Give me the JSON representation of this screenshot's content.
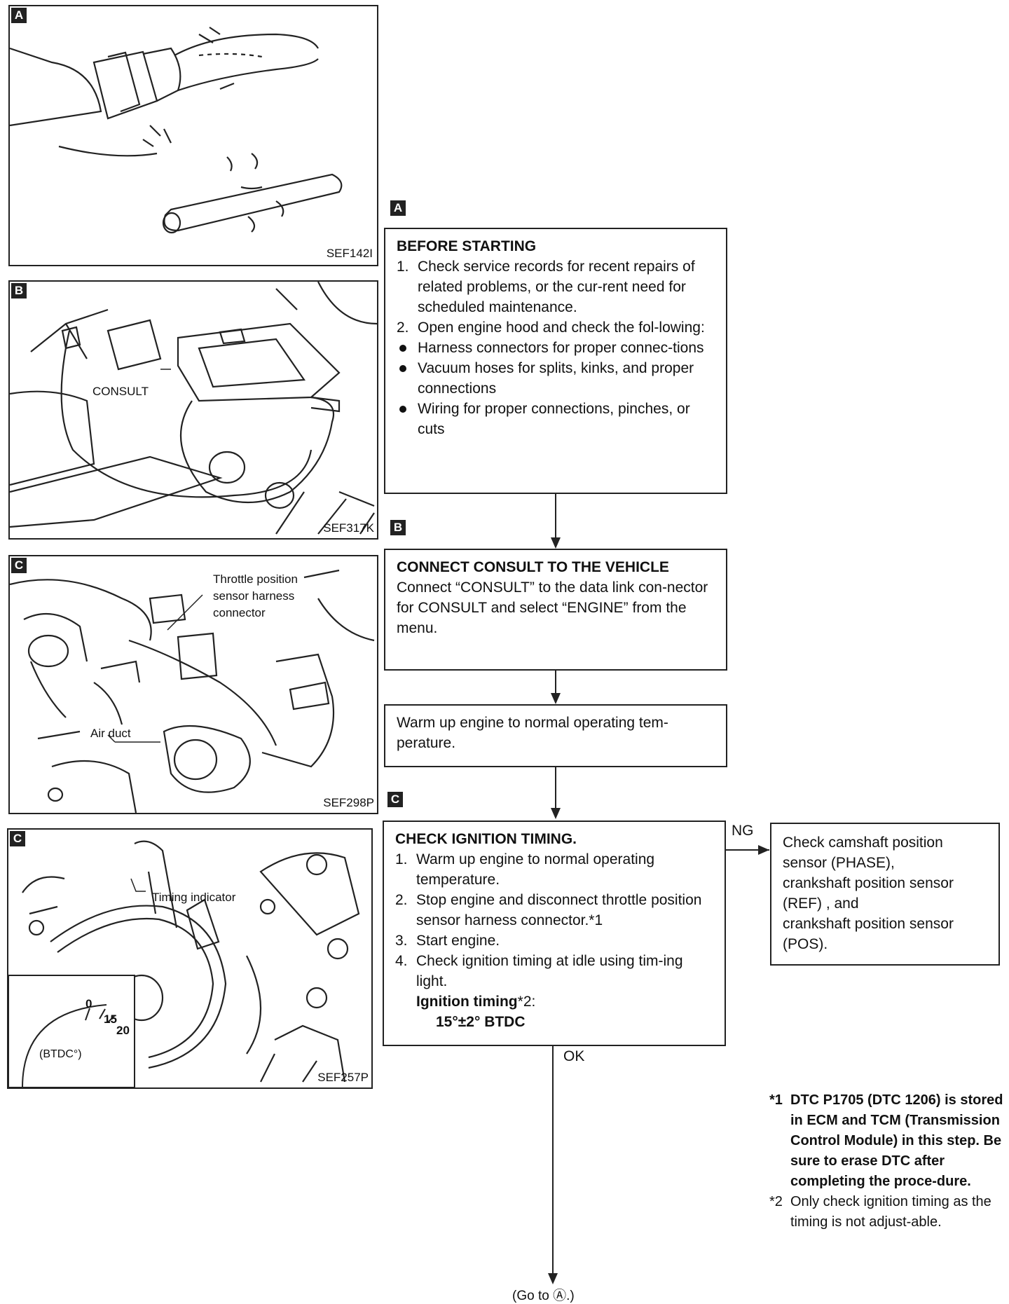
{
  "panels": [
    {
      "tag": "A",
      "code": "SEF142I"
    },
    {
      "tag": "B",
      "code": "SEF317K",
      "labels": [
        "CONSULT"
      ]
    },
    {
      "tag": "C",
      "code": "SEF298P",
      "labels": [
        "Throttle position",
        "sensor harness",
        "connector",
        "Air duct"
      ]
    },
    {
      "tag": "C",
      "code": "SEF257P",
      "labels": [
        "Timing indicator",
        "0",
        "15",
        "20",
        "(BTDC°)"
      ]
    }
  ],
  "flow": {
    "step_a": {
      "tag": "A",
      "title": "BEFORE STARTING",
      "items": [
        {
          "marker": "1.",
          "text": "Check service records for recent repairs of related problems, or the cur-rent need for scheduled maintenance."
        },
        {
          "marker": "2.",
          "text": "Open engine hood and check the fol-lowing:"
        }
      ],
      "bullets": [
        "Harness connectors for proper connec-tions",
        "Vacuum hoses for splits, kinks, and proper connections",
        "Wiring for proper connections, pinches, or cuts"
      ]
    },
    "step_b": {
      "tag": "B",
      "title": "CONNECT CONSULT TO THE VEHICLE",
      "text": "Connect “CONSULT” to the data link con-nector for CONSULT and select “ENGINE” from the menu."
    },
    "step_warm": {
      "text": "Warm up engine to normal operating tem-perature."
    },
    "step_c": {
      "tag": "C",
      "title": "CHECK IGNITION TIMING.",
      "items": [
        {
          "marker": "1.",
          "text": "Warm up engine to normal operating temperature."
        },
        {
          "marker": "2.",
          "text": "Stop engine and disconnect throttle position sensor harness connector.*1"
        },
        {
          "marker": "3.",
          "text": "Start engine."
        },
        {
          "marker": "4.",
          "text": "Check ignition timing at idle using tim-ing light."
        }
      ],
      "spec_label": "Ignition timing",
      "spec_ref": "*2:",
      "spec_value": "15°±2° BTDC"
    },
    "ng_label": "NG",
    "ok_label": "OK",
    "ng_box": {
      "lines": [
        "Check camshaft position sensor (PHASE),",
        "crankshaft position sensor (REF) , and",
        "crankshaft position sensor (POS)."
      ]
    },
    "goto": "(Go to Ⓐ.)"
  },
  "notes": [
    {
      "marker": "*1",
      "text": "DTC P1705 (DTC 1206) is stored in ECM and TCM (Transmission Control Module) in this step. Be sure to erase DTC after completing the proce-dure.",
      "bold": true
    },
    {
      "marker": "*2",
      "text": "Only check ignition timing as the timing is not adjust-able.",
      "bold": false
    }
  ]
}
